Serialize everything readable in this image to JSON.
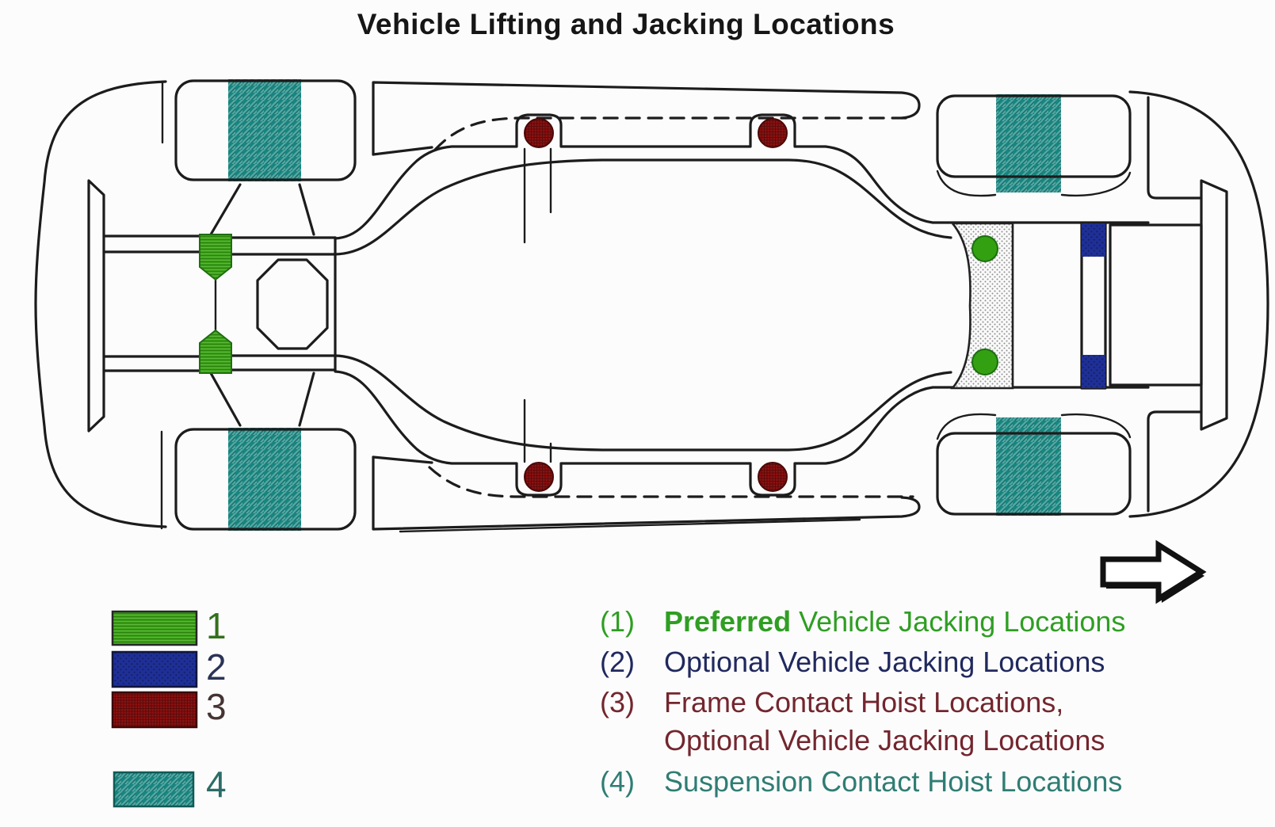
{
  "title": "Vehicle Lifting and Jacking Locations",
  "diagram": {
    "description": "Top view of vehicle underbody showing lifting and jacking points",
    "direction_arrow": "right",
    "colors": {
      "line": "#1c1c1c",
      "preferred_green": "#33a012",
      "optional_blue": "#1e2f96",
      "frame_red": "#8e1111",
      "suspension_teal": "#17857f",
      "stipple_gray": "#8f8f8f"
    }
  },
  "legend": {
    "swatches": [
      {
        "label": "1",
        "color": "#3aa315",
        "number_color": "#33701c",
        "pattern": "horizontal-lines"
      },
      {
        "label": "2",
        "color": "#1e2f96",
        "number_color": "#2b3356",
        "pattern": "dot-weave"
      },
      {
        "label": "3",
        "color": "#8e1111",
        "number_color": "#453434",
        "pattern": "cross-grid"
      },
      {
        "label": "4",
        "color": "#17857f",
        "number_color": "#2b6d66",
        "pattern": "diagonal-stripes"
      }
    ],
    "items": [
      {
        "number": "(1)",
        "bold": "Preferred",
        "text": " Vehicle Jacking Locations",
        "color": "#2f9e23"
      },
      {
        "number": "(2)",
        "bold": "",
        "text": "Optional Vehicle Jacking Locations",
        "color": "#20295e"
      },
      {
        "number": "(3)",
        "bold": "",
        "text": "Frame Contact Hoist Locations,",
        "color": "#73262e"
      },
      {
        "number": "",
        "bold": "",
        "text": "Optional Vehicle Jacking Locations",
        "color": "#73262e"
      },
      {
        "number": "(4)",
        "bold": "",
        "text": "Suspension Contact Hoist Locations",
        "color": "#2f7d74"
      }
    ]
  }
}
